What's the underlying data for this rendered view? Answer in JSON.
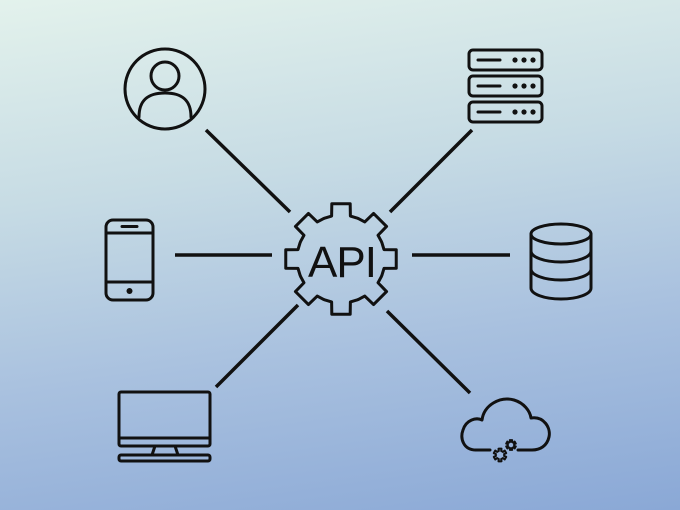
{
  "hub": {
    "label": "API"
  },
  "nodes": [
    {
      "name": "user",
      "icon": "user-icon"
    },
    {
      "name": "server",
      "icon": "server-rack-icon"
    },
    {
      "name": "mobile",
      "icon": "smartphone-icon"
    },
    {
      "name": "database",
      "icon": "database-icon"
    },
    {
      "name": "desktop",
      "icon": "monitor-icon"
    },
    {
      "name": "cloud",
      "icon": "cloud-gears-icon"
    }
  ],
  "colors": {
    "ink": "#111111",
    "background_top": "#e3f2ec",
    "background_bottom": "#8aa8d6"
  }
}
